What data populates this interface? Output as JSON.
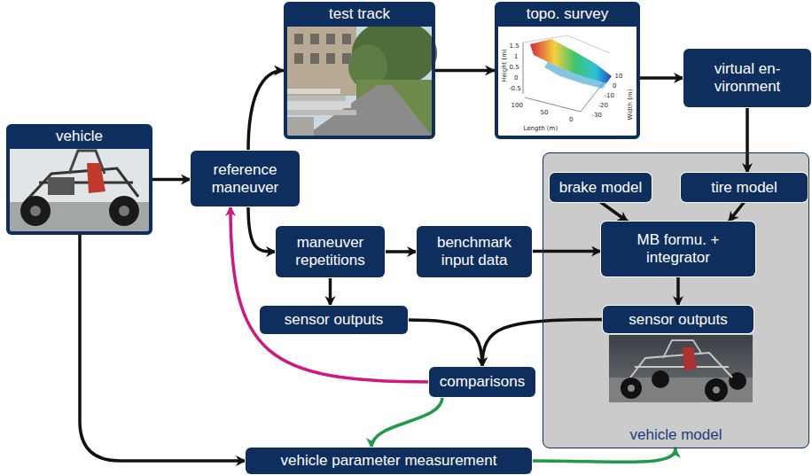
{
  "diagram": {
    "nodes": [
      {
        "text": [
          "test track"
        ]
      },
      {
        "text": [
          "topo. survey"
        ]
      },
      {
        "text": [
          "virtual en- vironment"
        ]
      },
      {
        "text": [
          "vehicle"
        ]
      },
      {
        "text": [
          "reference maneuver"
        ]
      },
      {
        "text": [
          "vehicle model"
        ]
      },
      {
        "text": [
          "brake model"
        ],
        "in": 5
      },
      {
        "text": [
          "tire model"
        ],
        "in": 5
      },
      {
        "text": [
          "MB formu. + integrator"
        ],
        "in": 5
      },
      {
        "text": [
          "sensor outputs"
        ],
        "in": 5
      },
      {
        "text": [
          "maneuver repetitions"
        ]
      },
      {
        "text": [
          "benchmark input data"
        ]
      },
      {
        "text": [
          "sensor outputs"
        ]
      },
      {
        "text": [
          "comparisons"
        ]
      },
      {
        "text": [
          "vehicle parameter measurement"
        ]
      }
    ],
    "edges": [
      {
        "from": 3,
        "to": 4,
        "arrow": "to"
      },
      {
        "from": 4,
        "to": 0,
        "arrow": "to"
      },
      {
        "from": 0,
        "to": 1,
        "arrow": "to"
      },
      {
        "from": 1,
        "to": 2,
        "arrow": "to"
      },
      {
        "from": 2,
        "to": 7,
        "arrow": "to"
      },
      {
        "from": 6,
        "to": 8,
        "arrow": "to"
      },
      {
        "from": 7,
        "to": 8,
        "arrow": "to"
      },
      {
        "from": 4,
        "to": 10,
        "arrow": "to"
      },
      {
        "from": 10,
        "to": 11,
        "arrow": "to"
      },
      {
        "from": 11,
        "to": 8,
        "arrow": "to"
      },
      {
        "from": 10,
        "to": 12,
        "arrow": "to"
      },
      {
        "from": 8,
        "to": 9,
        "arrow": "to"
      },
      {
        "from": 12,
        "to": 13,
        "arrow": "to"
      },
      {
        "from": 9,
        "to": 13,
        "arrow": "to"
      },
      {
        "from": 13,
        "to": 4,
        "arrow": "to"
      },
      {
        "from": 13,
        "to": 14,
        "arrow": "to"
      },
      {
        "from": 3,
        "to": 14,
        "arrow": "to"
      },
      {
        "from": 14,
        "to": 5,
        "arrow": "to"
      }
    ],
    "labels": [
      "1.5",
      "1",
      "0.5",
      "0",
      "-0.5",
      "Height (m)",
      "100",
      "50",
      "0",
      "Length (m)",
      "10",
      "0",
      "-10",
      "-20",
      "-30",
      "Width (m)"
    ]
  }
}
